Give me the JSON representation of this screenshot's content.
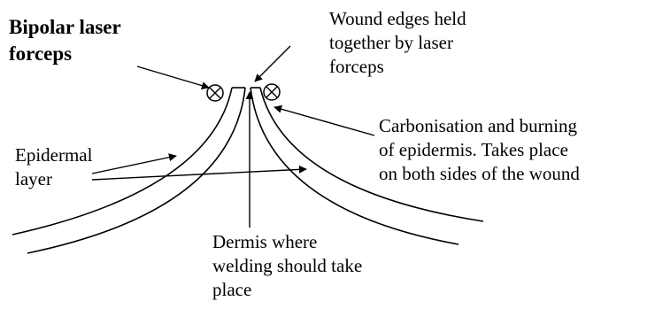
{
  "labels": {
    "bipolar_forceps": [
      "Bipolar laser",
      "forceps"
    ],
    "wound_edges": [
      "Wound edges held",
      "together by laser",
      "forceps"
    ],
    "carbonisation": [
      "Carbonisation and burning",
      "of epidermis.  Takes place",
      "on both sides of the wound"
    ],
    "epidermal_layer": [
      "Epidermal",
      "layer"
    ],
    "dermis": [
      "Dermis where",
      "welding should take",
      "place"
    ]
  }
}
